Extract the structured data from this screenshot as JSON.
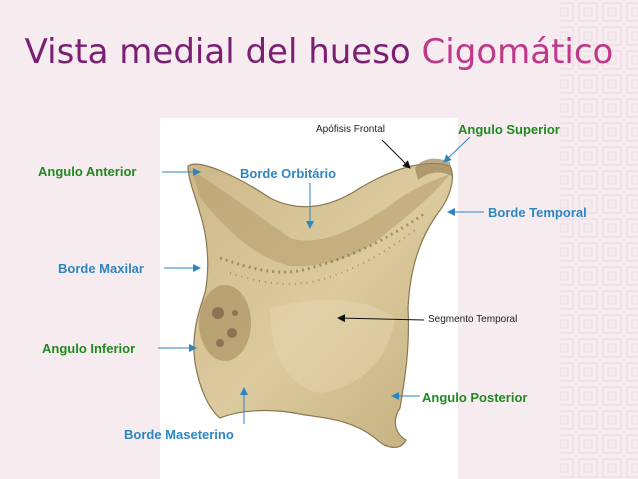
{
  "title": {
    "part1": "Vista medial del hueso ",
    "part2": "Cigomático"
  },
  "labels": {
    "apofisis_frontal": "Apófisis Frontal",
    "angulo_superior": "Angulo Superior",
    "angulo_anterior": "Angulo Anterior",
    "borde_orbitario": "Borde Orbitário",
    "borde_temporal": "Borde Temporal",
    "borde_maxilar": "Borde Maxilar",
    "segmento_temporal": "Segmento Temporal",
    "angulo_inferior": "Angulo Inferior",
    "angulo_posterior": "Angulo Posterior",
    "borde_maseterino": "Borde Maseterino"
  },
  "colors": {
    "title_primary": "#7a1f73",
    "title_accent": "#c0388a",
    "green_label": "#1f8a1f",
    "blue_label": "#2e86c1",
    "bone": "#d8c79a"
  }
}
